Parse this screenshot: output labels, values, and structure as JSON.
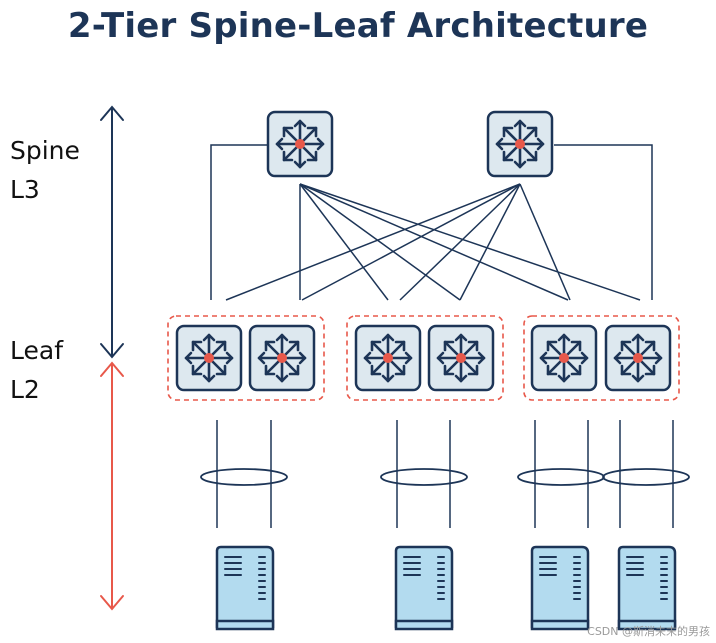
{
  "title": "2-Tier Spine-Leaf Architecture",
  "tiers": {
    "spine": {
      "name": "Spine",
      "layer": "L3"
    },
    "leaf": {
      "name": "Leaf",
      "layer": "L2"
    }
  },
  "spine_switches": 2,
  "leaf_groups": 3,
  "leaf_switches_per_group": 2,
  "servers": 4,
  "colors": {
    "title": "#1d3557",
    "line": "#1d3557",
    "accent": "#e8584a",
    "switch_fill": "#dde8ef",
    "server_fill": "#b3dbef"
  },
  "icons": {
    "switch": "switch-arrows-icon",
    "server": "server-icon"
  },
  "watermark": "CSDN @斯消未末的男孩"
}
